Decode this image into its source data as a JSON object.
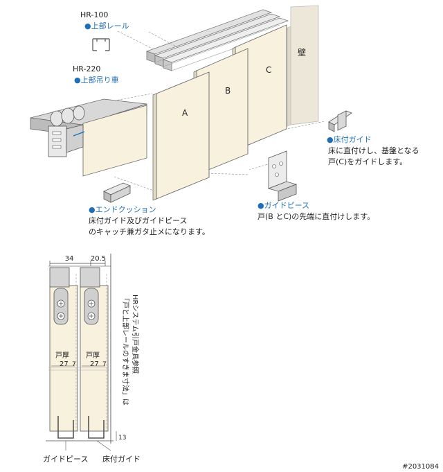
{
  "labels": {
    "hr100_code": "HR-100",
    "hr100_name": "●上部レール",
    "hr220_code": "HR-220",
    "hr220_name": "●上部吊り車",
    "wall": "壁",
    "door_a": "A",
    "door_b": "B",
    "door_c": "C",
    "floor_guide_title": "●床付ガイド",
    "floor_guide_desc1": "床に直付けし、基盤となる",
    "floor_guide_desc2": "戸(C)をガイドします。",
    "end_cushion_title": "●エンドクッション",
    "end_cushion_desc1": "床付ガイド及びガイドピース",
    "end_cushion_desc2": "のキャッチ兼ガタ止メになります。",
    "guide_piece_title": "●ガイドピース",
    "guide_piece_desc": "戸(B とC)の先端に直付けします。"
  },
  "section": {
    "dim_34": "34",
    "dim_205": "20.5",
    "door_thickness_label": "戸厚",
    "dim_27": "27",
    "dim_7": "7",
    "dim_13": "13",
    "vertical_note_1": "「戸と上部レールのすきま寸法」は",
    "vertical_note_2": "HRシステム引戸金具参照",
    "guide_piece_label": "ガイドピース",
    "floor_guide_label": "床付ガイド"
  },
  "footer": {
    "catalog_number": "#2031084"
  },
  "colors": {
    "accent_blue": "#1f6fb8",
    "door_fill": "#f7f1de",
    "wall_fill": "#ece7d9",
    "metal": "#c9c9c9"
  }
}
